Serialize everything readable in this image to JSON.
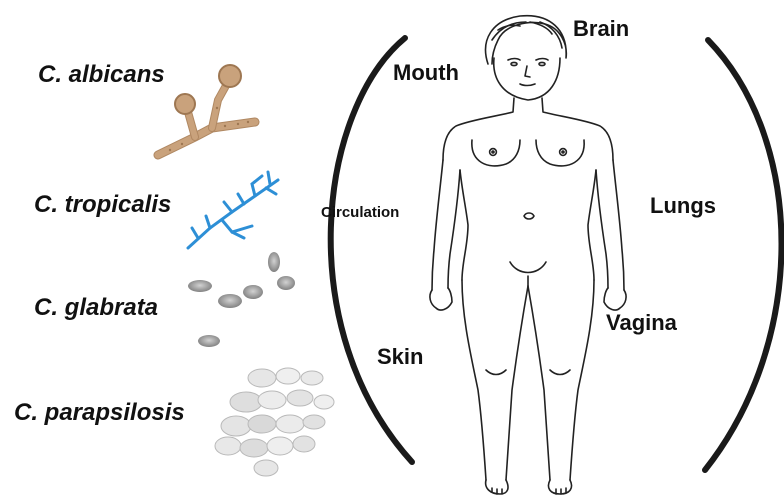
{
  "species": [
    {
      "id": "albicans",
      "label": "C. albicans"
    },
    {
      "id": "tropicalis",
      "label": "C. tropicalis"
    },
    {
      "id": "glabrata",
      "label": "C. glabrata"
    },
    {
      "id": "parapsilosis",
      "label": "C. parapsilosis"
    }
  ],
  "sites": {
    "brain": "Brain",
    "mouth": "Mouth",
    "circulation": "Circulation",
    "lungs": "Lungs",
    "vagina": "Vagina",
    "skin": "Skin"
  },
  "icons": {
    "albicans": "hyphae-with-spores-icon",
    "tropicalis": "branching-pseudohyphae-icon",
    "glabrata": "oval-yeast-cells-icon",
    "parapsilosis": "yeast-cluster-icon",
    "body": "human-body-outline"
  },
  "colors": {
    "albicans": "#c9a27c",
    "tropicalis": "#2d8fd6",
    "glabrata": "#8a8a8a",
    "parapsilosis": "#d8d8d8",
    "arcs": "#1a1a1a"
  }
}
